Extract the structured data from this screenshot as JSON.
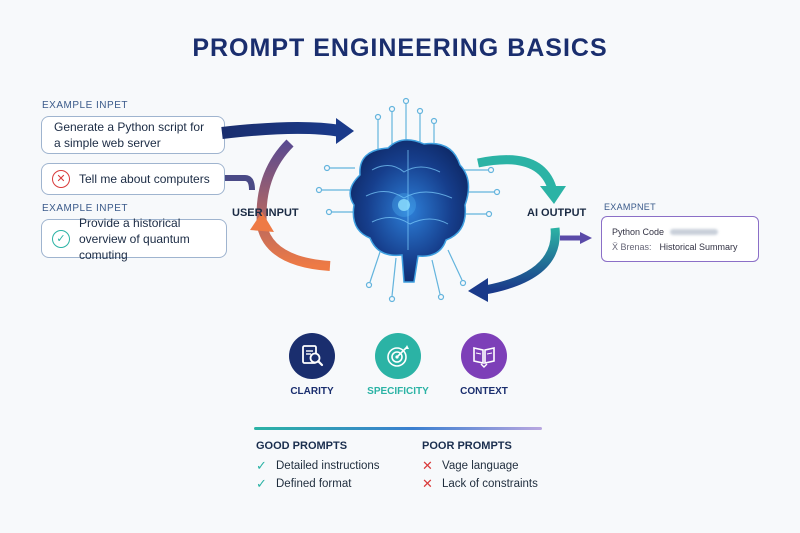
{
  "title": "PROMPT ENGINEERING BASICS",
  "inputs": {
    "example_label_1": "EXAMPLE INPET",
    "prompt_1": "Generate a Python script for a simple web server",
    "prompt_2": "Tell me about computers",
    "example_label_2": "EXAMPLE INPET",
    "prompt_3": "Provide a historical overview of quantum comuting"
  },
  "flow": {
    "user_input": "USER INPUT",
    "ai_output": "AI OUTPUT"
  },
  "output": {
    "example_label": "EXAMPNET",
    "line_1": "Python Code",
    "line_2_prefix": "Ẍ Brenas:",
    "line_2": "Historical Summary"
  },
  "principles": [
    {
      "label": "CLARITY",
      "color": "#1a2e6e",
      "icon": "magnifier-document-icon"
    },
    {
      "label": "SPECIFICITY",
      "color": "#2bb3a5",
      "icon": "target-icon"
    },
    {
      "label": "CONTEXT",
      "color": "#7d3fb8",
      "icon": "book-chat-icon"
    }
  ],
  "good": {
    "heading": "GOOD PROMPTS",
    "items": [
      "Detailed instructions",
      "Defined format"
    ]
  },
  "poor": {
    "heading": "POOR PROMPTS",
    "items": [
      "Vage language",
      "Lack of constraints"
    ]
  },
  "colors": {
    "navy": "#1a2e6e",
    "teal": "#2bb3a5",
    "orange": "#ee7a45",
    "purple": "#7d3fb8",
    "bad": "#d93a3a"
  }
}
